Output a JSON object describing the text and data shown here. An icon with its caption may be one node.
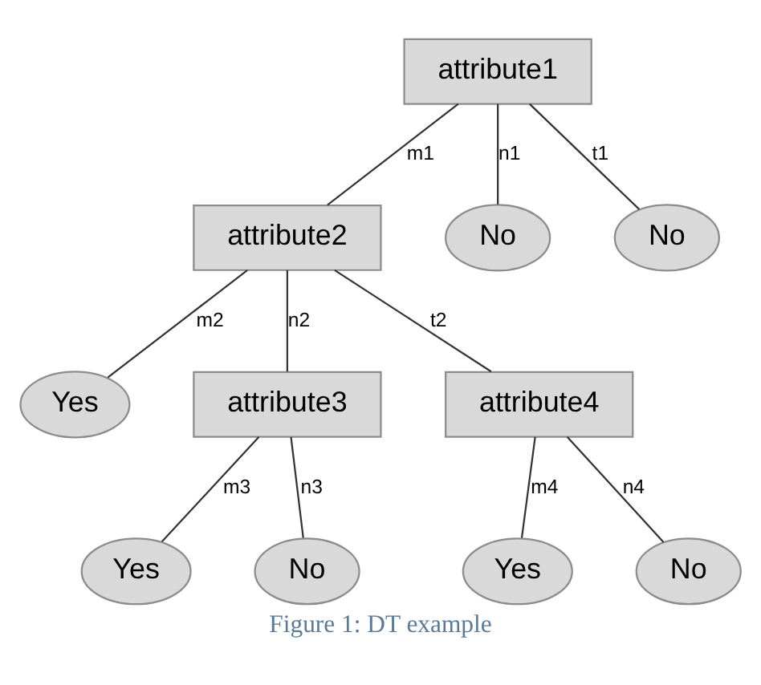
{
  "diagram": {
    "caption": "Figure 1: DT example",
    "nodes": [
      {
        "text": [
          "attribute1"
        ]
      },
      {
        "text": [
          "attribute2"
        ]
      },
      {
        "text": [
          "No"
        ]
      },
      {
        "text": [
          "No"
        ]
      },
      {
        "text": [
          "Yes"
        ]
      },
      {
        "text": [
          "attribute3"
        ]
      },
      {
        "text": [
          "attribute4"
        ]
      },
      {
        "text": [
          "Yes"
        ]
      },
      {
        "text": [
          "No"
        ]
      },
      {
        "text": [
          "Yes"
        ]
      },
      {
        "text": [
          "No"
        ]
      }
    ],
    "edges": [
      {
        "from": 0,
        "to": 1,
        "arrow": "none",
        "label": "m1"
      },
      {
        "from": 0,
        "to": 2,
        "arrow": "none",
        "label": "n1"
      },
      {
        "from": 0,
        "to": 3,
        "arrow": "none",
        "label": "t1"
      },
      {
        "from": 1,
        "to": 4,
        "arrow": "none",
        "label": "m2"
      },
      {
        "from": 1,
        "to": 5,
        "arrow": "none",
        "label": "n2"
      },
      {
        "from": 1,
        "to": 6,
        "arrow": "none",
        "label": "t2"
      },
      {
        "from": 5,
        "to": 7,
        "arrow": "none",
        "label": "m3"
      },
      {
        "from": 5,
        "to": 8,
        "arrow": "none",
        "label": "n3"
      },
      {
        "from": 6,
        "to": 9,
        "arrow": "none",
        "label": "m4"
      },
      {
        "from": 6,
        "to": 10,
        "arrow": "none",
        "label": "n4"
      }
    ]
  }
}
